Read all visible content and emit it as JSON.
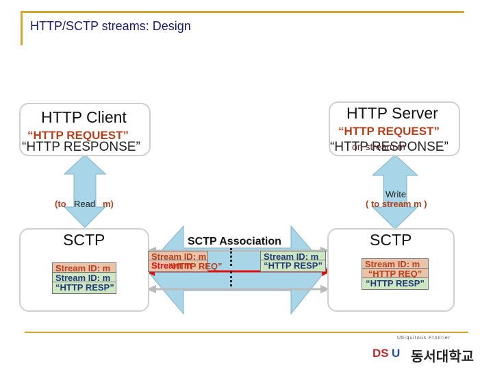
{
  "slide": {
    "title": "HTTP/SCTP streams: Design"
  },
  "client": {
    "title": "HTTP Client",
    "request": "“HTTP REQUEST”",
    "response": "“HTTP RESPONSE”",
    "read_label": "Read",
    "read_paren_open": "(to",
    "read_paren_close": "m)"
  },
  "server": {
    "title": "HTTP Server",
    "request": "“HTTP REQUEST”",
    "response_a": "“HTTP RESPONSE”",
    "response_overlay": "on stream m",
    "write_label": "Write",
    "write_detail": "( to stream m )"
  },
  "sctp_left": {
    "title": "SCTP",
    "tag1": "Stream ID: m",
    "tag2": "Stream ID: m",
    "tag3": "“HTTP RESP”"
  },
  "sctp_right": {
    "title": "SCTP",
    "tag1": "Stream ID: m",
    "tag2": "“HTTP REQ”",
    "tag3": "“HTTP RESP”"
  },
  "association": {
    "title": "SCTP Association",
    "left_tag1": "Stream ID: m",
    "left_tag2": "Stream m",
    "left_tag3": "“HTTP REQ”",
    "right_tag1": "Stream ID: m",
    "right_tag2": "“HTTP RESP”"
  },
  "logo": {
    "tagline": "Ubiquitous Frontier",
    "brand": "DSU",
    "name": "동서대학교"
  },
  "colors": {
    "accent_gold": "#d4a72c",
    "arrow_blue": "#a8d6e8",
    "red_text": "#b5401c",
    "red_arrow": "#e01010"
  }
}
